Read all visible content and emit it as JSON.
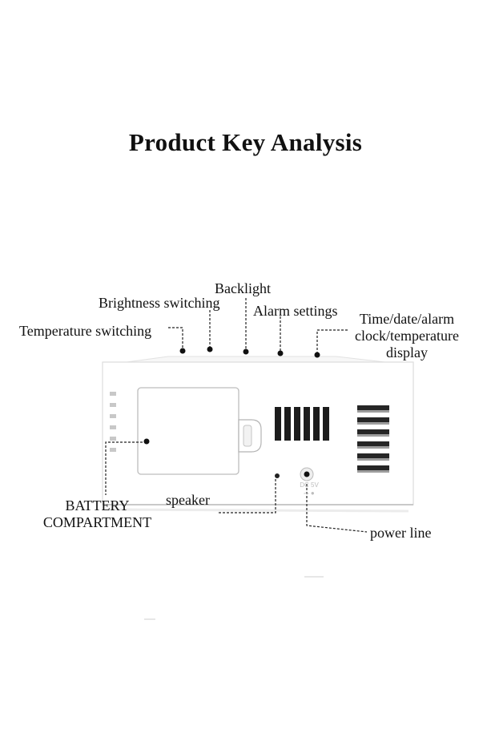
{
  "page_title": "Product Key Analysis",
  "labels": {
    "backlight": "Backlight",
    "brightness_switching": "Brightness switching",
    "alarm_settings": "Alarm settings",
    "temperature_switching": "Temperature switching",
    "display_line1": "Time/date/alarm",
    "display_line2": "clock/temperature",
    "display_line3": "display",
    "speaker": "speaker",
    "battery_line1": "BATTERY",
    "battery_line2": "COMPARTMENT",
    "power_line": "power line"
  },
  "device_marking": {
    "line1": "DC 5V",
    "line2": "⎓ ●"
  },
  "colors": {
    "device_body": "#ffffff",
    "device_outline": "#dcdcdc",
    "vent": "#1c1c1c",
    "leader_line": "#222222"
  }
}
